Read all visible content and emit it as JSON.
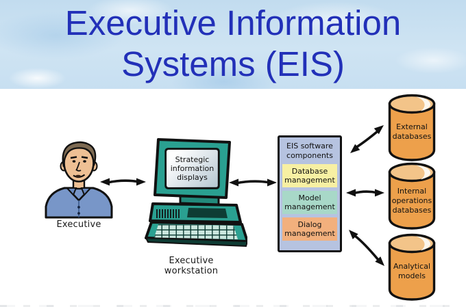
{
  "title": {
    "line1": "Executive Information",
    "line2": "Systems (EIS)"
  },
  "colors": {
    "title_text": "#2230b8",
    "title_band_bg": "#c9dff0",
    "monitor_teal": "#2aa091",
    "monitor_dark": "#0e3c34",
    "shirt_blue": "#7896c8",
    "skin": "#eec094",
    "hair": "#7d6a52",
    "cylinder_body": "#eda04b",
    "cylinder_top": "#f3c489",
    "cylinder_highlight": "#fcf7ee",
    "eis_box_bg": "#b6c3e0",
    "database_mgmt_bg": "#f7f0a3",
    "model_mgmt_bg": "#a8d8c8",
    "dialog_mgmt_bg": "#f2b07d",
    "outline": "#111111"
  },
  "diagram": {
    "executive_label": "Executive",
    "workstation": {
      "screen_lines": [
        "Strategic",
        "information",
        "displays"
      ],
      "label_lines": [
        "Executive",
        "workstation"
      ]
    },
    "eis_box": {
      "header_lines": [
        "EIS software",
        "components"
      ],
      "components": [
        {
          "lines": [
            "Database",
            "management"
          ]
        },
        {
          "lines": [
            "Model",
            "management"
          ]
        },
        {
          "lines": [
            "Dialog",
            "management"
          ]
        }
      ]
    },
    "databases": [
      {
        "lines": [
          "External",
          "databases"
        ]
      },
      {
        "lines": [
          "Internal",
          "operations",
          "databases"
        ]
      },
      {
        "lines": [
          "Analytical",
          "models"
        ]
      }
    ]
  }
}
